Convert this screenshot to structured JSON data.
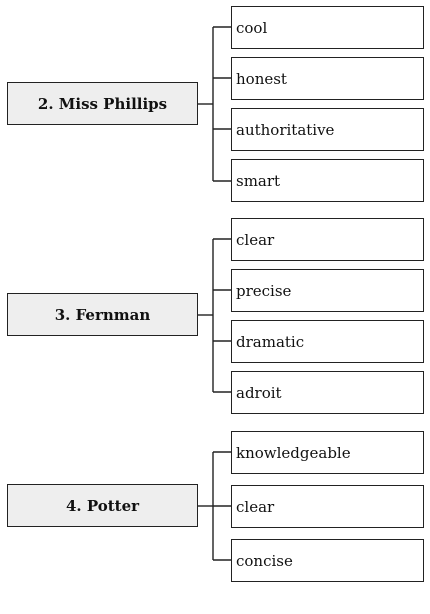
{
  "groups": [
    {
      "title": "2. Miss Phillips",
      "traits": [
        "cool",
        "honest",
        "authoritative",
        "smart"
      ]
    },
    {
      "title": "3. Fernman",
      "traits": [
        "clear",
        "precise",
        "dramatic",
        "adroit"
      ]
    },
    {
      "title": "4. Potter",
      "traits": [
        "knowledgeable",
        "clear",
        "concise"
      ]
    }
  ]
}
